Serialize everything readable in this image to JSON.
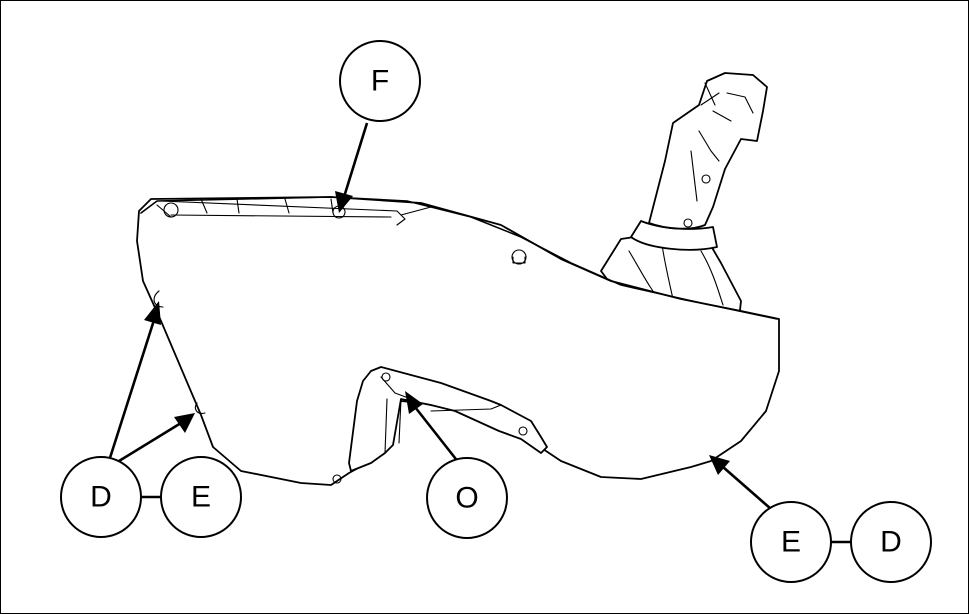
{
  "callouts": {
    "F": "F",
    "D_left": "D",
    "E_left": "E",
    "O": "O",
    "E_right": "E",
    "D_right": "D"
  }
}
